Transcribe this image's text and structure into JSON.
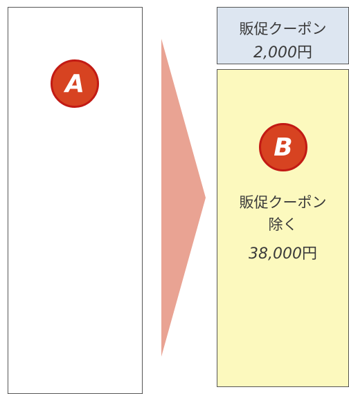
{
  "left_box": {
    "badge": "A"
  },
  "coupon_box": {
    "label": "販促クーポン",
    "amount_number": "2,000",
    "amount_unit": "円"
  },
  "main_box": {
    "badge": "B",
    "label_line1": "販促クーポン",
    "label_line2": "除く",
    "amount_number": "38,000",
    "amount_unit": "円"
  },
  "colors": {
    "badge_fill": "#d74321",
    "coupon_fill": "#dde6f1",
    "main_fill": "#fcf9be",
    "arrow_fill": "#e9a393"
  }
}
